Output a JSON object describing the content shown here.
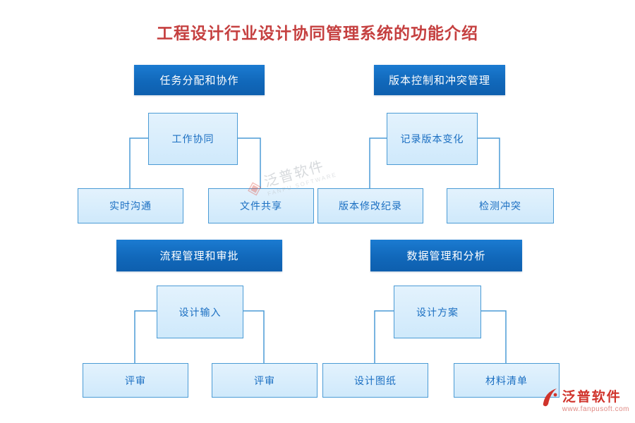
{
  "title": "工程设计行业设计协同管理系统的功能介绍",
  "colors": {
    "header_blue": "#1168ba",
    "node_fill": "#d8edfc",
    "node_border": "#4b9bd5",
    "title_red": "#c54040",
    "logo_red": "#d0342c"
  },
  "groups": [
    {
      "header": "任务分配和协作",
      "parent": "工作协同",
      "children": [
        "实时沟通",
        "文件共享"
      ]
    },
    {
      "header": "版本控制和冲突管理",
      "parent": "记录版本变化",
      "children": [
        "版本修改纪录",
        "检测冲突"
      ]
    },
    {
      "header": "流程管理和审批",
      "parent": "设计输入",
      "children": [
        "评审",
        "评审"
      ]
    },
    {
      "header": "数据管理和分析",
      "parent": "设计方案",
      "children": [
        "设计图纸",
        "材料清单"
      ]
    }
  ],
  "watermark": {
    "icon": "fanpu-logo-mark",
    "name": "泛普软件",
    "sub": "FANPU SOFTWARE"
  },
  "logo": {
    "icon": "fanpu-logo-mark",
    "name": "泛普软件",
    "url": "www.fanpusoft.com"
  }
}
